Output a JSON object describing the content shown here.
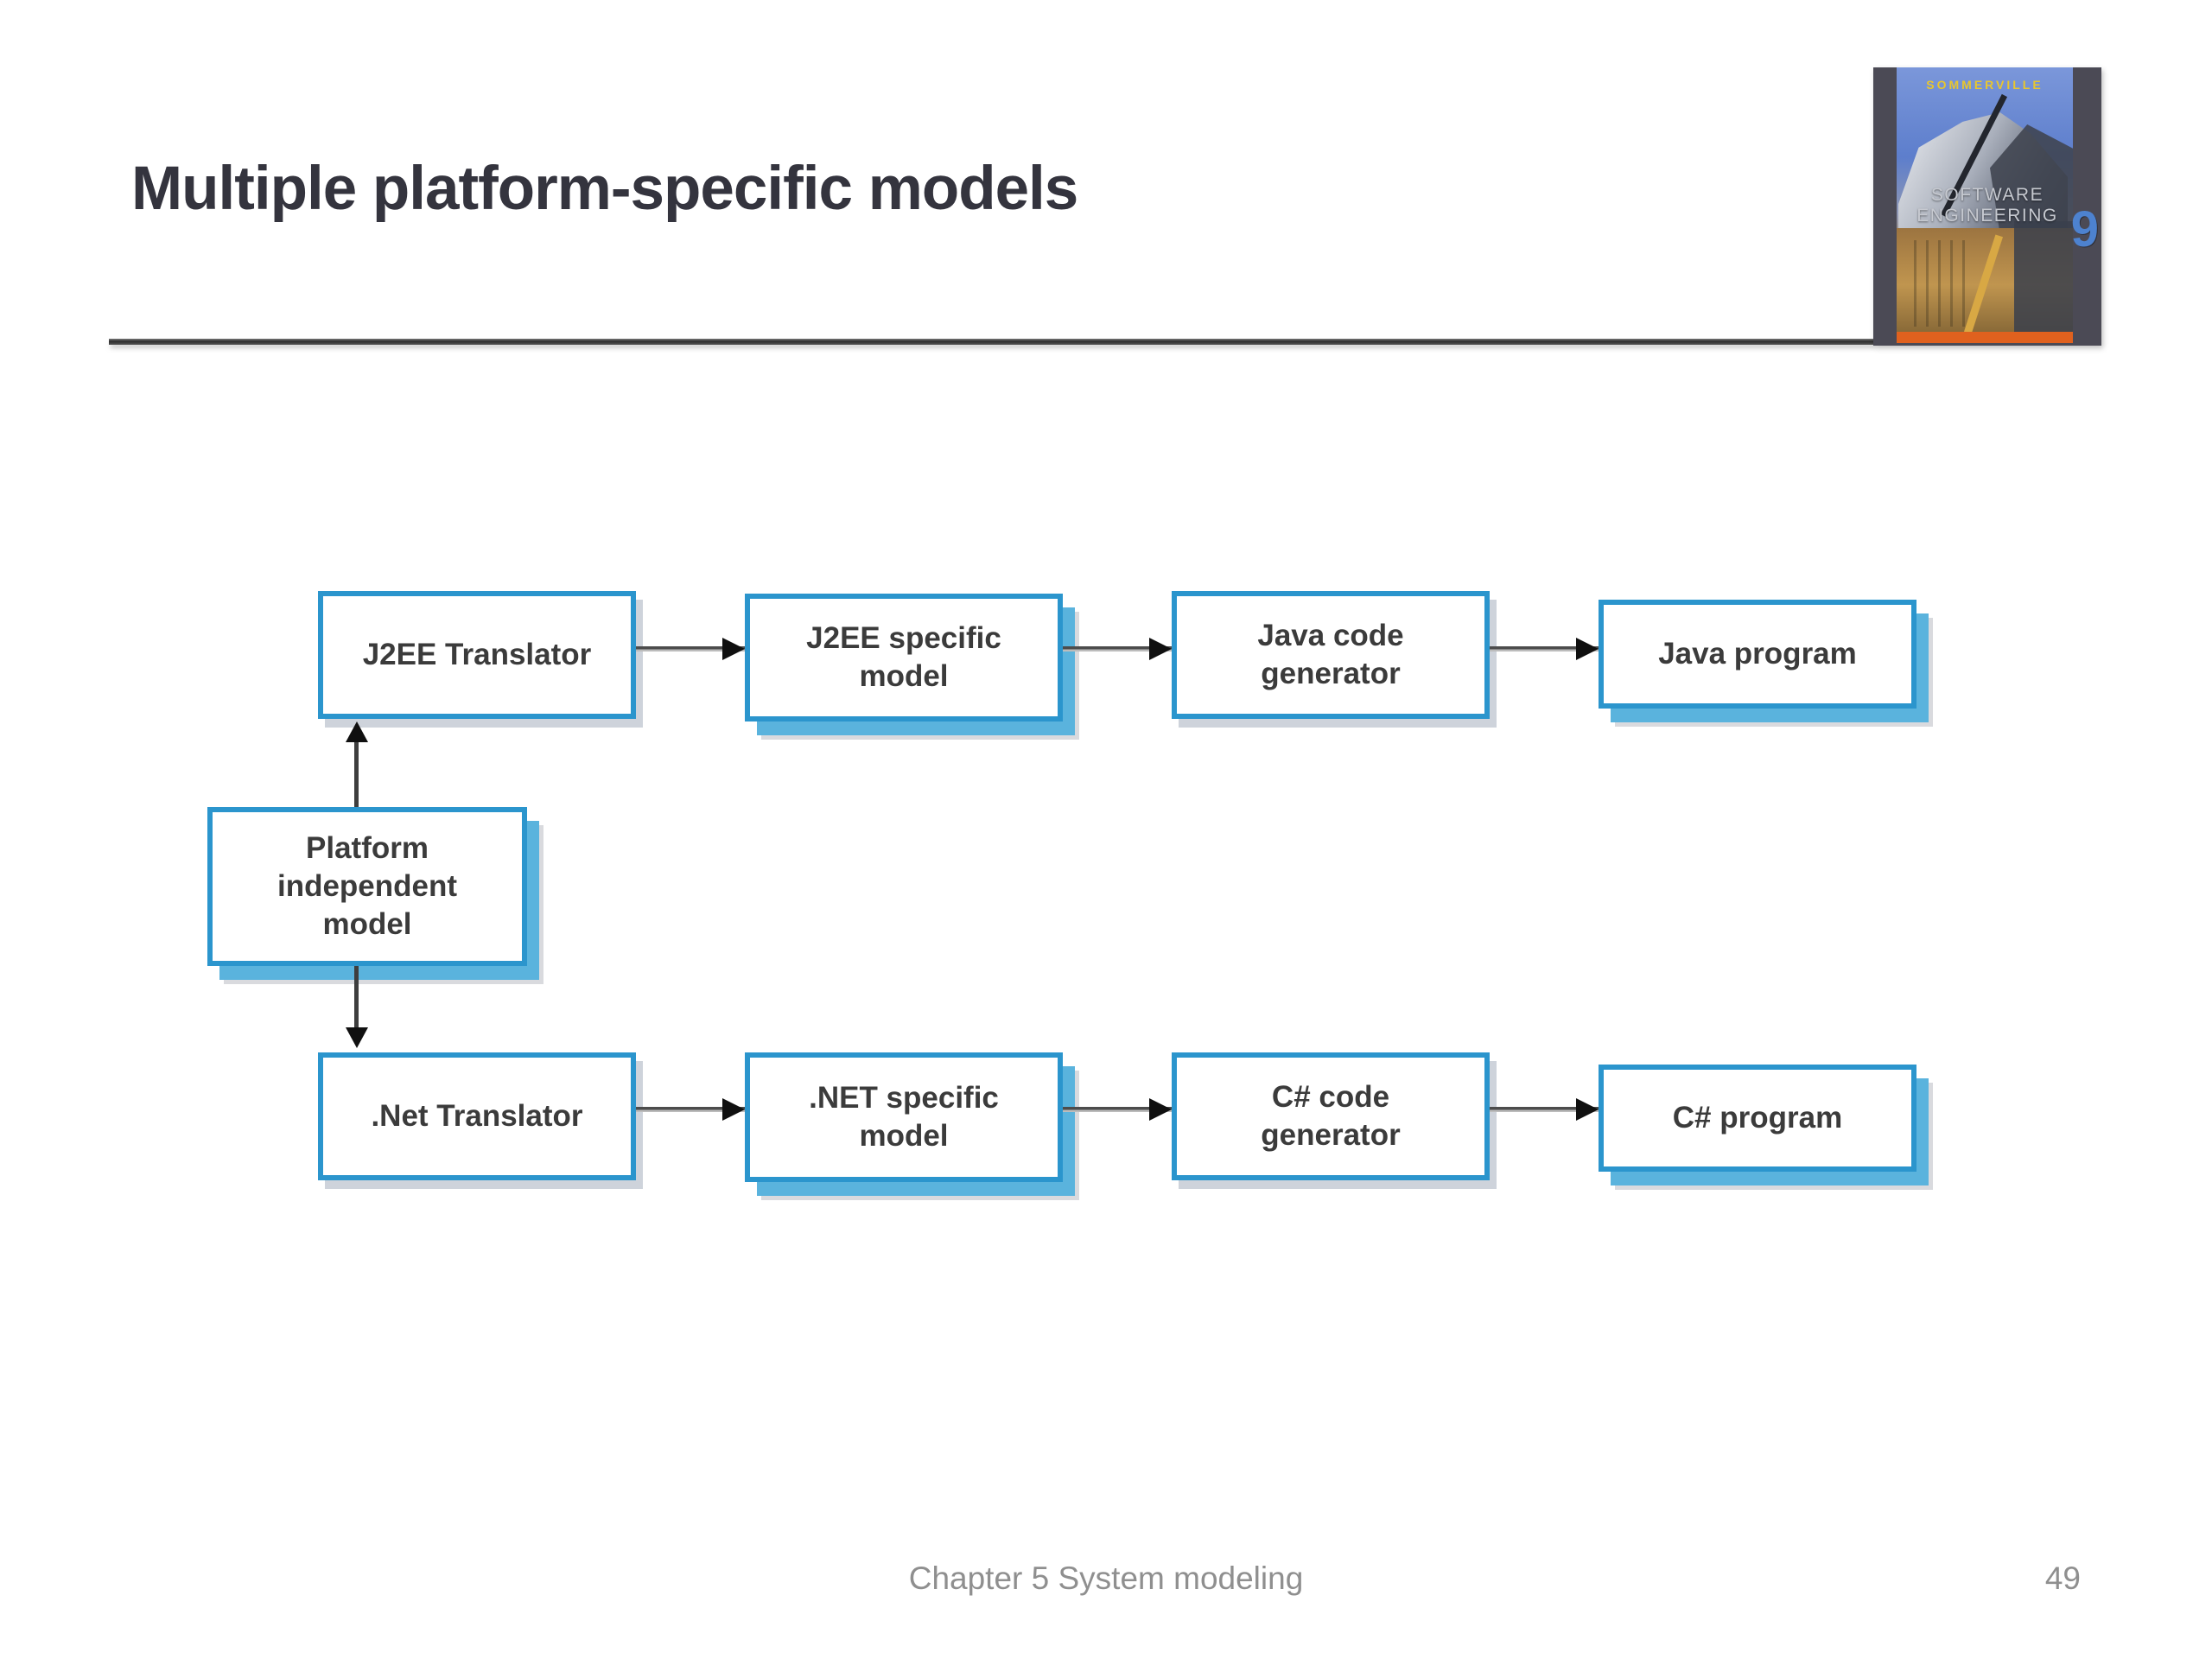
{
  "slide": {
    "title": "Multiple platform-specific models",
    "footer_text": "Chapter 5 System modeling",
    "page_number": "49"
  },
  "book_cover": {
    "author": "SOMMERVILLE",
    "title": "SOFTWARE ENGINEERING",
    "edition": "9"
  },
  "diagram": {
    "nodes": [
      {
        "id": "platform-independent-model",
        "label": "Platform independent model"
      },
      {
        "id": "j2ee-translator",
        "label": "J2EE Translator"
      },
      {
        "id": "j2ee-specific-model",
        "label": "J2EE specific model"
      },
      {
        "id": "java-code-generator",
        "label": "Java code generator"
      },
      {
        "id": "java-program",
        "label": "Java program"
      },
      {
        "id": "net-translator",
        "label": ".Net Translator"
      },
      {
        "id": "net-specific-model",
        "label": ".NET specific model"
      },
      {
        "id": "csharp-code-generator",
        "label": "C# code generator"
      },
      {
        "id": "csharp-program",
        "label": "C# program"
      }
    ],
    "edges": [
      {
        "from": "platform-independent-model",
        "to": "j2ee-translator",
        "direction": "up"
      },
      {
        "from": "platform-independent-model",
        "to": "net-translator",
        "direction": "down"
      },
      {
        "from": "j2ee-translator",
        "to": "j2ee-specific-model",
        "direction": "right"
      },
      {
        "from": "j2ee-specific-model",
        "to": "java-code-generator",
        "direction": "right"
      },
      {
        "from": "java-code-generator",
        "to": "java-program",
        "direction": "right"
      },
      {
        "from": "net-translator",
        "to": "net-specific-model",
        "direction": "right"
      },
      {
        "from": "net-specific-model",
        "to": "csharp-code-generator",
        "direction": "right"
      },
      {
        "from": "csharp-code-generator",
        "to": "csharp-program",
        "direction": "right"
      }
    ]
  },
  "colors": {
    "node_border_blue": "#2b95cd",
    "node_shadow_blue": "#5ab3dd",
    "title_text": "#34343e",
    "node_text": "#3b3b3b",
    "footer_text": "#8f8f8f",
    "arrow": "#3e3e3e",
    "cover_background": "#4b4a55",
    "cover_author_yellow": "#e8c62e",
    "cover_title_grey": "#c6c9d0",
    "cover_edition_blue": "#4d82cf",
    "cover_strip_orange": "#e0611e"
  }
}
